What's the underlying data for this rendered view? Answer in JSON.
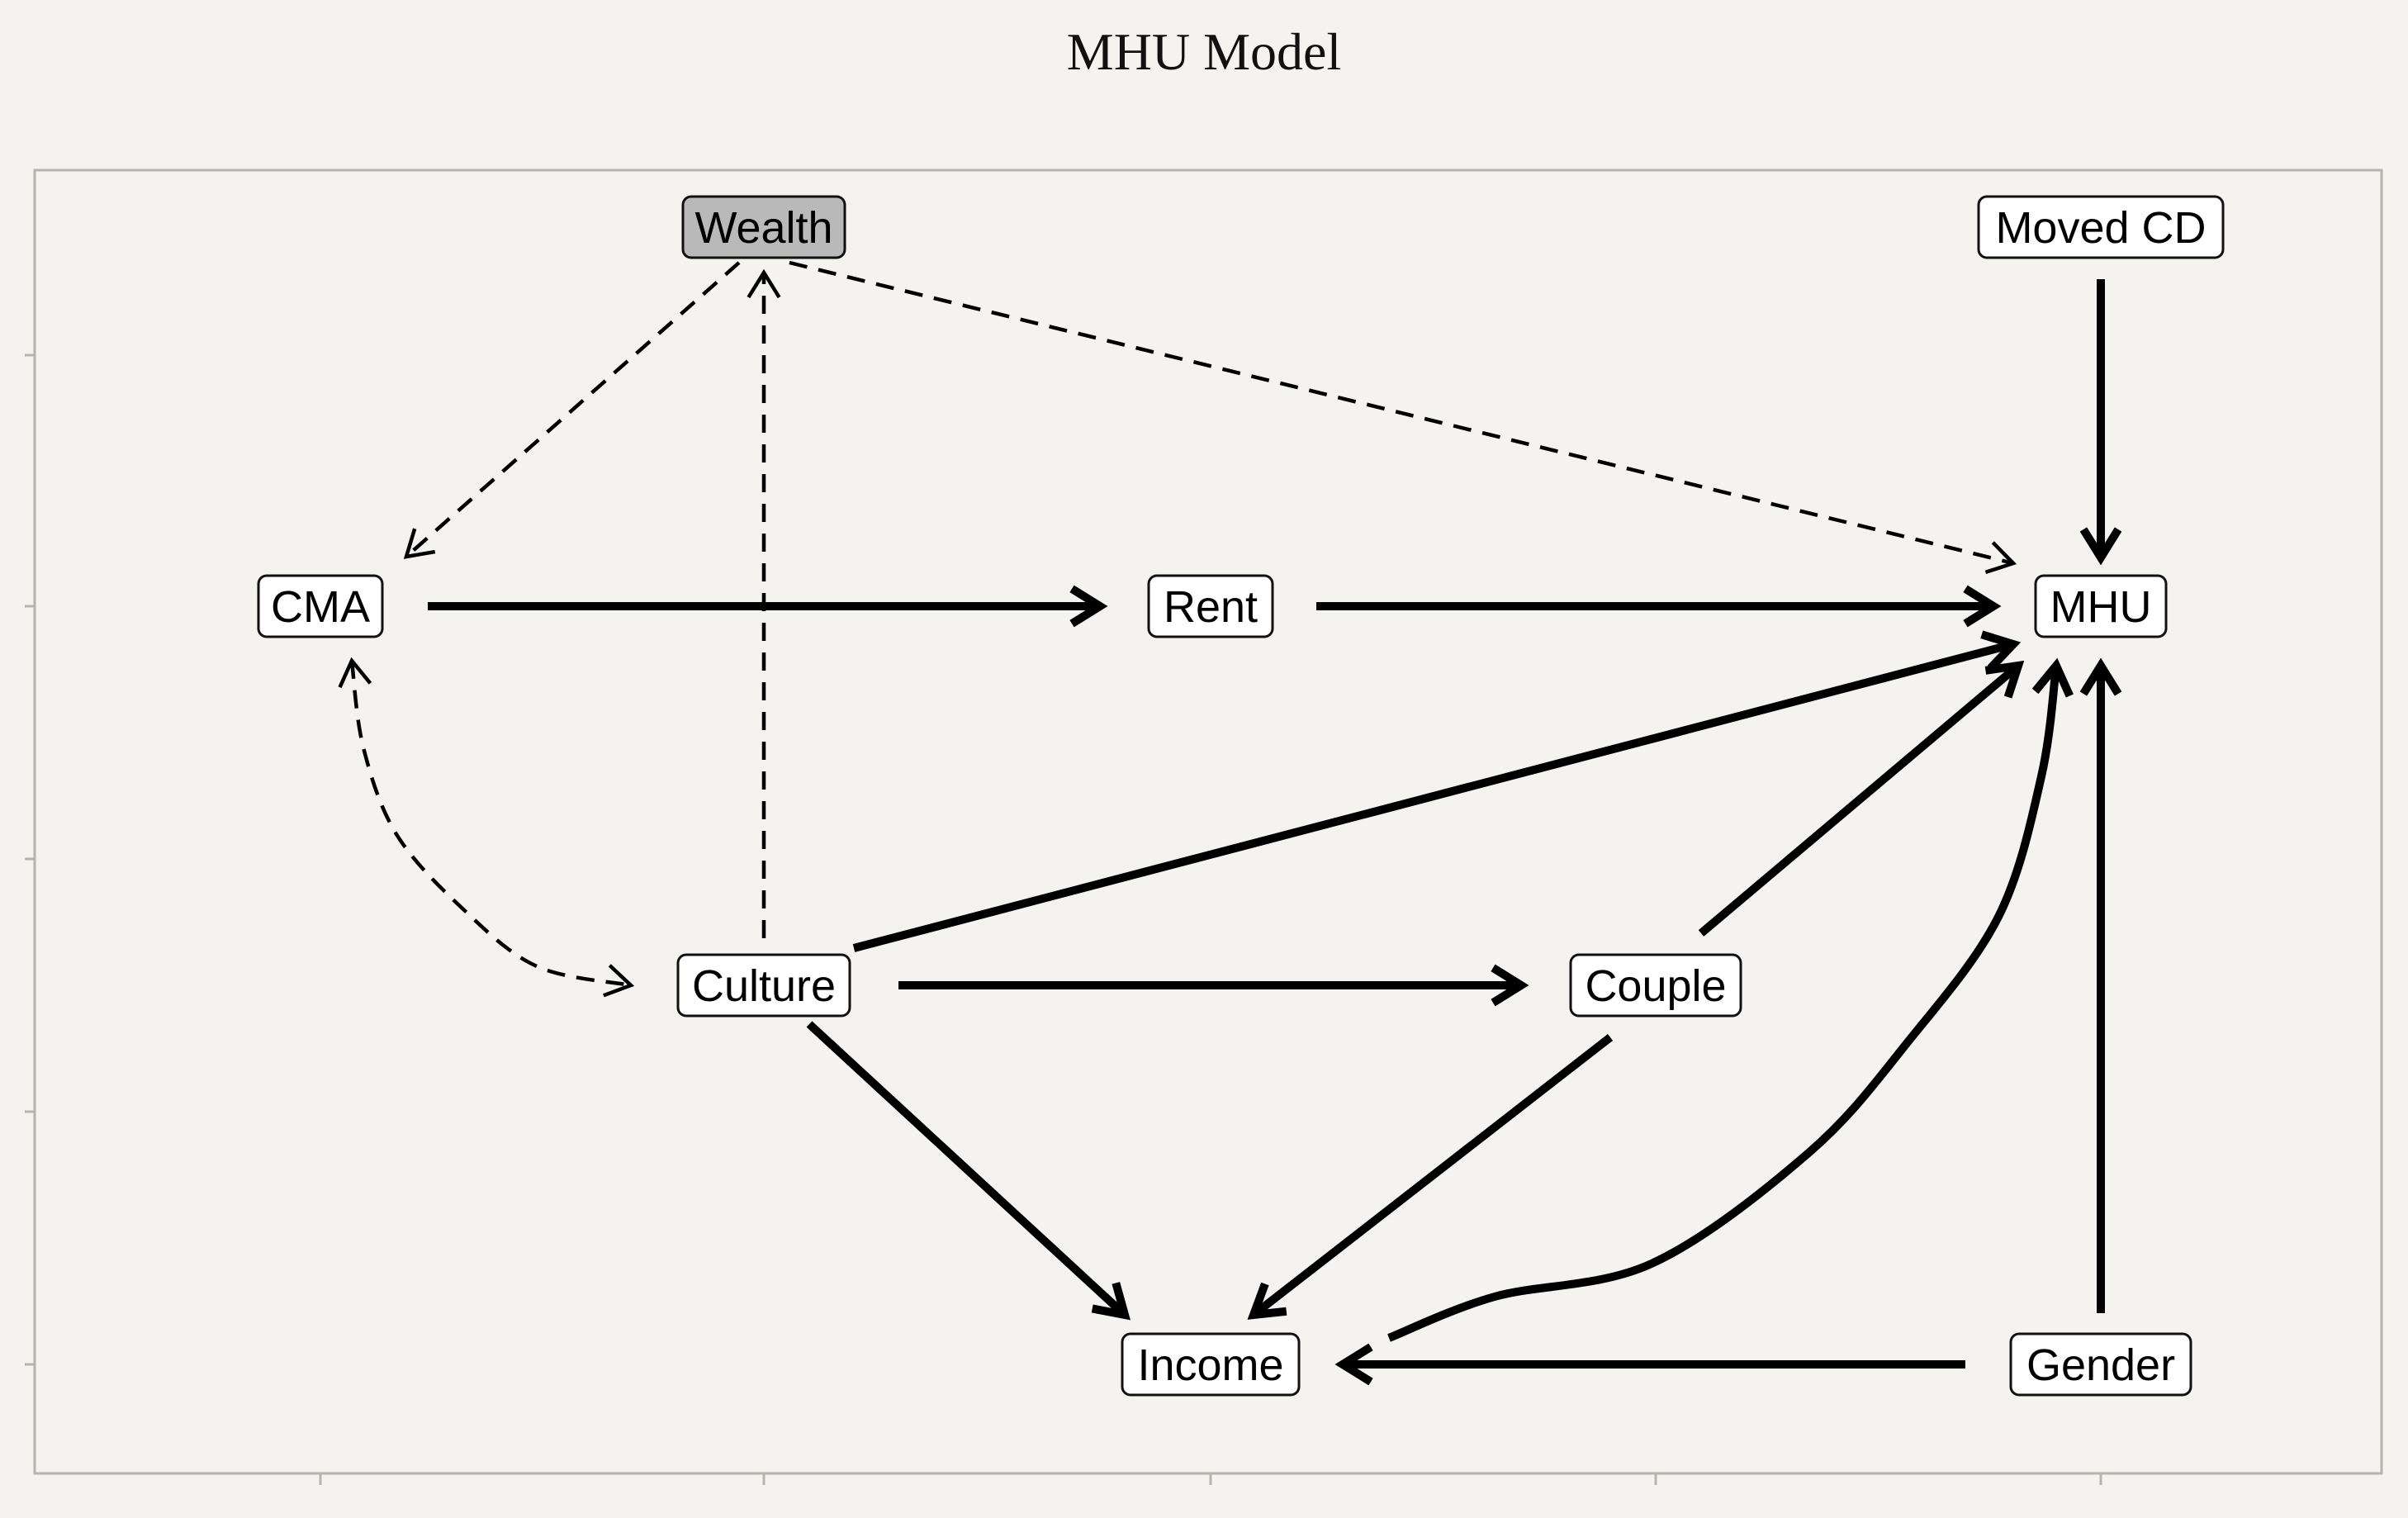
{
  "title": "MHU Model",
  "colors": {
    "background": "#f5f3ef",
    "plot_background": "#f5f3ef",
    "plot_border": "#b8b3ad",
    "node_fill": "#ffffff",
    "highlighted_node_fill": "#b9b9b9",
    "edge": "#000000"
  },
  "nodes": [
    {
      "id": "wealth",
      "label": "Wealth",
      "highlighted": true
    },
    {
      "id": "moved_cd",
      "label": "Moved CD",
      "highlighted": false
    },
    {
      "id": "cma",
      "label": "CMA",
      "highlighted": false
    },
    {
      "id": "rent",
      "label": "Rent",
      "highlighted": false
    },
    {
      "id": "mhu",
      "label": "MHU",
      "highlighted": false
    },
    {
      "id": "culture",
      "label": "Culture",
      "highlighted": false
    },
    {
      "id": "couple",
      "label": "Couple",
      "highlighted": false
    },
    {
      "id": "income",
      "label": "Income",
      "highlighted": false
    },
    {
      "id": "gender",
      "label": "Gender",
      "highlighted": false
    }
  ],
  "edges": [
    {
      "from": "moved_cd",
      "to": "mhu",
      "style": "solid"
    },
    {
      "from": "cma",
      "to": "rent",
      "style": "solid"
    },
    {
      "from": "rent",
      "to": "mhu",
      "style": "solid"
    },
    {
      "from": "culture",
      "to": "mhu",
      "style": "solid"
    },
    {
      "from": "culture",
      "to": "couple",
      "style": "solid"
    },
    {
      "from": "culture",
      "to": "income",
      "style": "solid"
    },
    {
      "from": "couple",
      "to": "mhu",
      "style": "solid"
    },
    {
      "from": "couple",
      "to": "income",
      "style": "solid"
    },
    {
      "from": "income",
      "to": "mhu",
      "style": "solid"
    },
    {
      "from": "gender",
      "to": "mhu",
      "style": "solid"
    },
    {
      "from": "gender",
      "to": "income",
      "style": "solid"
    },
    {
      "from": "wealth",
      "to": "cma",
      "style": "dashed"
    },
    {
      "from": "wealth",
      "to": "mhu",
      "style": "dashed"
    },
    {
      "from": "culture",
      "to": "wealth",
      "style": "dashed"
    },
    {
      "from": "cma",
      "to": "culture",
      "style": "dashed",
      "bidirected": true
    }
  ]
}
